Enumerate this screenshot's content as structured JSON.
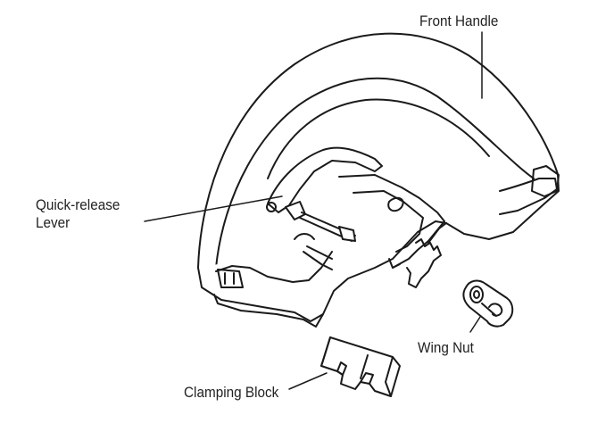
{
  "labels": {
    "front_handle": "Front Handle",
    "quick_release_lever_line1": "Quick-release",
    "quick_release_lever_line2": "Lever",
    "wing_nut": "Wing Nut",
    "clamping_block": "Clamping Block"
  },
  "colors": {
    "stroke": "#1a1a1a",
    "fill": "#ffffff"
  }
}
